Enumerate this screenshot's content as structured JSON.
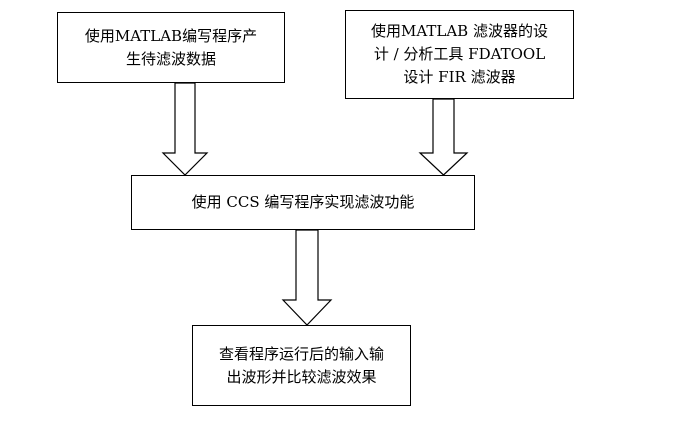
{
  "boxes": {
    "matlab_data": {
      "lines": [
        "使用MATLAB编写程序产",
        "生待滤波数据"
      ]
    },
    "fdatool": {
      "lines": [
        "使用MATLAB 滤波器的设",
        "计 / 分析工具 FDATOOL",
        "设计 FIR 滤波器"
      ]
    },
    "ccs": {
      "lines": [
        "使用  CCS   编写程序实现滤波功能"
      ]
    },
    "result": {
      "lines": [
        "查看程序运行后的输入输",
        "出波形并比较滤波效果"
      ]
    }
  }
}
